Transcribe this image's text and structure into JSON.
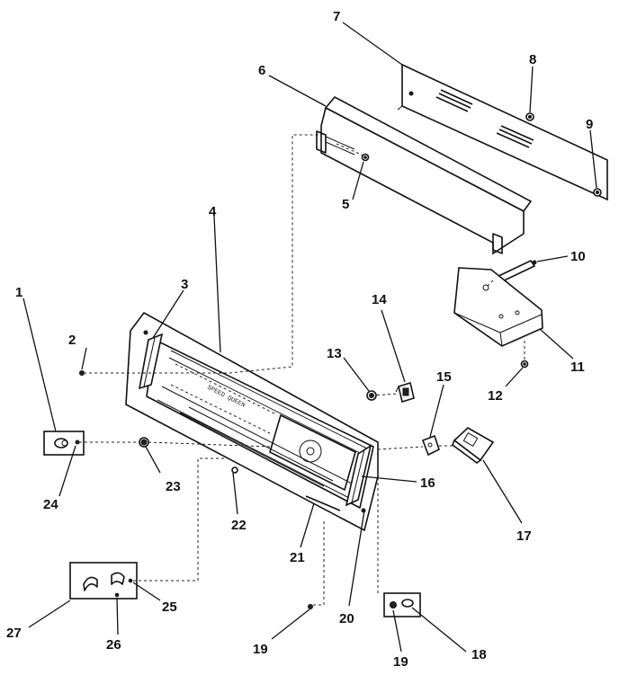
{
  "diagram": {
    "panel_text": [
      "SPEED QUEEN"
    ],
    "callouts": [
      "1",
      "2",
      "3",
      "4",
      "5",
      "6",
      "7",
      "8",
      "9",
      "10",
      "11",
      "12",
      "13",
      "14",
      "15",
      "16",
      "17",
      "18",
      "19",
      "19",
      "20",
      "21",
      "22",
      "23",
      "24",
      "25",
      "26",
      "27"
    ]
  }
}
